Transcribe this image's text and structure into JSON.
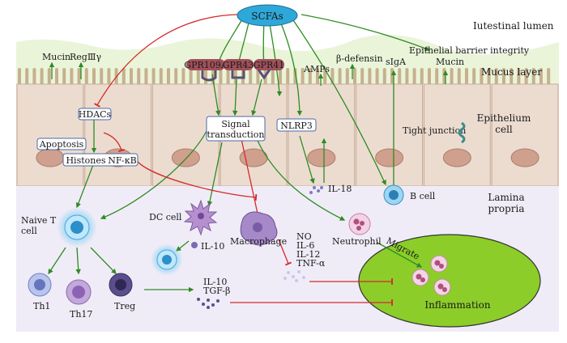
{
  "regions": {
    "lumen": "Iutestinal lumen",
    "mucus": "Mucus layer",
    "epithelium": "Epithelium cell",
    "lamina": "Lamina propria"
  },
  "nodes": {
    "scfas": "SCFAs",
    "gpr109a": "GPR109A",
    "gpr43": "GPR43",
    "gpr41": "GPR41",
    "hdacs": "HDACs",
    "apoptosis": "Apoptosis",
    "histones": "Histones",
    "nfkb": "NF-κB",
    "signal": "Signal transduction",
    "nlrp3": "NLRP3"
  },
  "secreted": {
    "mucin_left": "Mucin",
    "regIII": "RegⅢγ",
    "amps": "AMPs",
    "defensin": "β-defensin",
    "siga": "sIgA",
    "barrier": "Epithelial barrier integrity",
    "mucin_right": "Mucin",
    "tight_junction": "Tight junction"
  },
  "cells": {
    "naive_t": "Naive T cell",
    "dc": "DC cell",
    "macrophage": "Macrophage",
    "neutrophil": "Neutrophil",
    "b_cell": "B cell",
    "th1": "Th1",
    "th17": "Th17",
    "treg": "Treg"
  },
  "cytokines": {
    "il18": "IL-18",
    "il10_dc": "IL-10",
    "mac_list": [
      "NO",
      "IL-6",
      "IL-12",
      "TNF-α"
    ],
    "treg_list": [
      "IL-10",
      "TGF-β"
    ]
  },
  "labels": {
    "migrate": "Migrate",
    "inflammation": "Inflammation"
  },
  "colors": {
    "activate": "#2e8b22",
    "inhibit": "#d42a2a",
    "scfas_fill": "#2ea8d8",
    "gpr_fill": "#a0505a",
    "inflammation_fill": "#8ccd2a"
  }
}
